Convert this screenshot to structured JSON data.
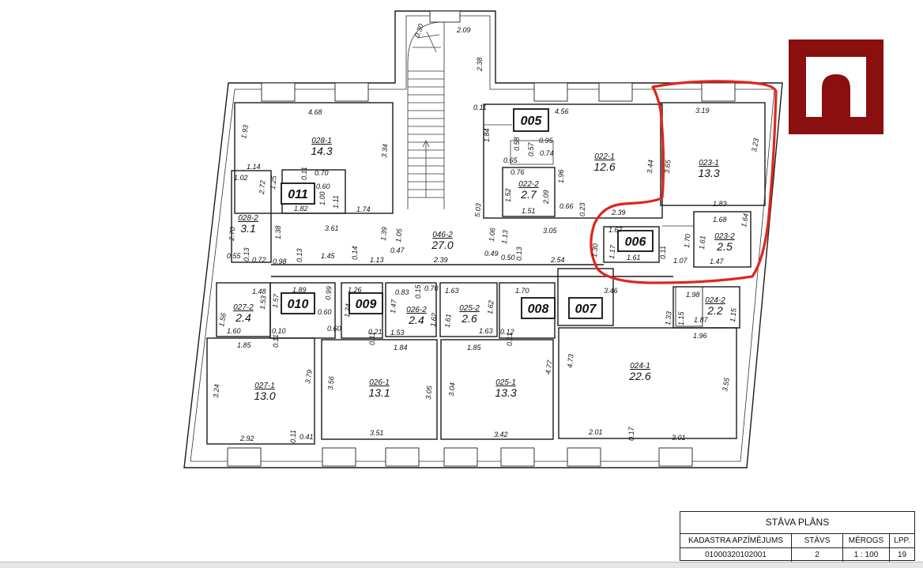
{
  "colors": {
    "logo_bg": "#8a0f0f",
    "highlight": "#e0261b",
    "line": "#1a1a1a"
  },
  "tags": [
    "005",
    "006",
    "007",
    "008",
    "009",
    "010",
    "011"
  ],
  "rooms": [
    {
      "id": "028-1",
      "area": "14.3"
    },
    {
      "id": "028-2",
      "area": "3.1"
    },
    {
      "id": "046-2",
      "area": "27.0"
    },
    {
      "id": "022-1",
      "area": "12.6"
    },
    {
      "id": "022-2",
      "area": "2.7"
    },
    {
      "id": "023-1",
      "area": "13.3"
    },
    {
      "id": "023-2",
      "area": "2.5"
    },
    {
      "id": "027-2",
      "area": "2.4"
    },
    {
      "id": "026-2",
      "area": "2.4"
    },
    {
      "id": "025-2",
      "area": "2.6"
    },
    {
      "id": "024-2",
      "area": "2.2"
    },
    {
      "id": "027-1",
      "area": "13.0"
    },
    {
      "id": "026-1",
      "area": "13.1"
    },
    {
      "id": "025-1",
      "area": "13.3"
    },
    {
      "id": "024-1",
      "area": "22.6"
    }
  ],
  "dims": [
    "0.30",
    "2.09",
    "2.38",
    "4.68",
    "1.93",
    "3.34",
    "1.14",
    "1.02",
    "2.72",
    "1.25",
    "0.11",
    "0.70",
    "0.60",
    "1.00",
    "1.11",
    "1.82",
    "1.74",
    "2.70",
    "1.38",
    "3.61",
    "0.55",
    "0.13",
    "0.72",
    "0.98",
    "0.13",
    "1.45",
    "0.14",
    "1.13",
    "1.39",
    "1.05",
    "0.47",
    "2.39",
    "5.03",
    "0.11",
    "4.56",
    "1.84",
    "0.58",
    "0.57",
    "0.74",
    "0.95",
    "0.65",
    "0.76",
    "1.52",
    "2.09",
    "1.96",
    "1.51",
    "0.66",
    "0.23",
    "2.39",
    "3.44",
    "3.65",
    "3.19",
    "3.23",
    "1.83",
    "1.06",
    "1.13",
    "0.49",
    "0.50",
    "0.13",
    "3.05",
    "1.67",
    "1.30",
    "1.17",
    "1.61",
    "0.11",
    "1.07",
    "1.68",
    "1.64",
    "1.70",
    "1.61",
    "1.47",
    "2.54",
    "3.46",
    "1.48",
    "1.89",
    "0.99",
    "1.26",
    "1.57",
    "1.53",
    "1.56",
    "1.60",
    "0.10",
    "0.11",
    "0.60",
    "1.24",
    "0.83",
    "0.15",
    "0.70",
    "1.47",
    "1.62",
    "1.53",
    "0.21",
    "0.11",
    "1.63",
    "1.62",
    "1.61",
    "1.63",
    "0.12",
    "1.70",
    "1.98",
    "1.33",
    "1.15",
    "1.87",
    "1.15",
    "1.96",
    "1.85",
    "3.79",
    "3.24",
    "2.92",
    "0.11",
    "0.41",
    "0.60",
    "1.84",
    "3.56",
    "3.05",
    "3.51",
    "1.85",
    "3.04",
    "4.77",
    "3.42",
    "0.11",
    "4.73",
    "3.55",
    "2.01",
    "0.17",
    "3.01"
  ],
  "title_block": {
    "title": "STĀVA PLĀNS",
    "headers": {
      "cadastre": "KADASTRA APZĪMĒJUMS",
      "floor": "STĀVS",
      "scale": "MĒROGS",
      "page": "LPP."
    },
    "values": {
      "cadastre": "01000320102001",
      "floor": "2",
      "scale": "1 : 100",
      "page": "19"
    }
  }
}
